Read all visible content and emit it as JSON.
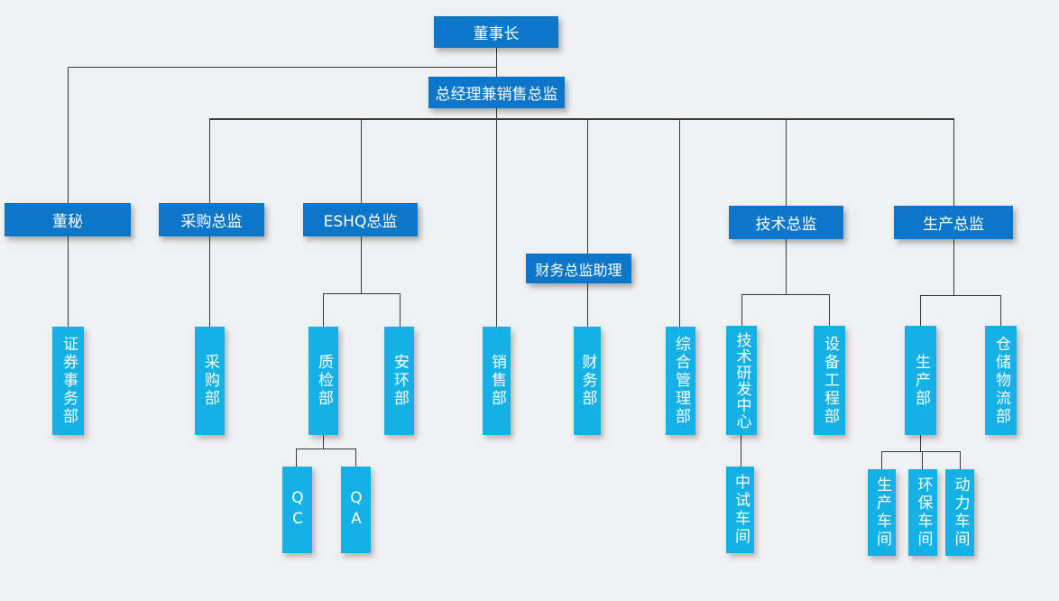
{
  "chart": {
    "type": "org-chart",
    "nodes": {
      "chairman": {
        "label": "董事长"
      },
      "gm": {
        "label": "总经理兼销售总监"
      },
      "board_secretary": {
        "label": "董秘"
      },
      "procurement_director": {
        "label": "采购总监"
      },
      "eshq_director": {
        "label": "ESHQ总监"
      },
      "finance_director_assistant": {
        "label": "财务总监助理"
      },
      "tech_director": {
        "label": "技术总监"
      },
      "production_director": {
        "label": "生产总监"
      },
      "securities_dept": {
        "label": "证券事务部"
      },
      "procurement_dept": {
        "label": "采购部"
      },
      "quality_dept": {
        "label": "质检部"
      },
      "safety_env_dept": {
        "label": "安环部"
      },
      "sales_dept": {
        "label": "销售部"
      },
      "finance_dept": {
        "label": "财务部"
      },
      "general_mgmt_dept": {
        "label": "综合管理部"
      },
      "tech_rd_center": {
        "label": "技术研发中心"
      },
      "equipment_eng_dept": {
        "label": "设备工程部"
      },
      "production_dept": {
        "label": "生产部"
      },
      "warehouse_logistics_dept": {
        "label": "仓储物流部"
      },
      "qc": {
        "label": "QC"
      },
      "qa": {
        "label": "QA"
      },
      "pilot_workshop": {
        "label": "中试车间"
      },
      "production_workshop": {
        "label": "生产车间"
      },
      "env_protection_workshop": {
        "label": "环保车间"
      },
      "power_workshop": {
        "label": "动力车间"
      }
    },
    "colors": {
      "horizontal_box": "#0c76c8",
      "vertical_box": "#14b1e7",
      "line": "#3a3a3a",
      "background": "#f0f1f2",
      "text": "#ffffff"
    }
  }
}
